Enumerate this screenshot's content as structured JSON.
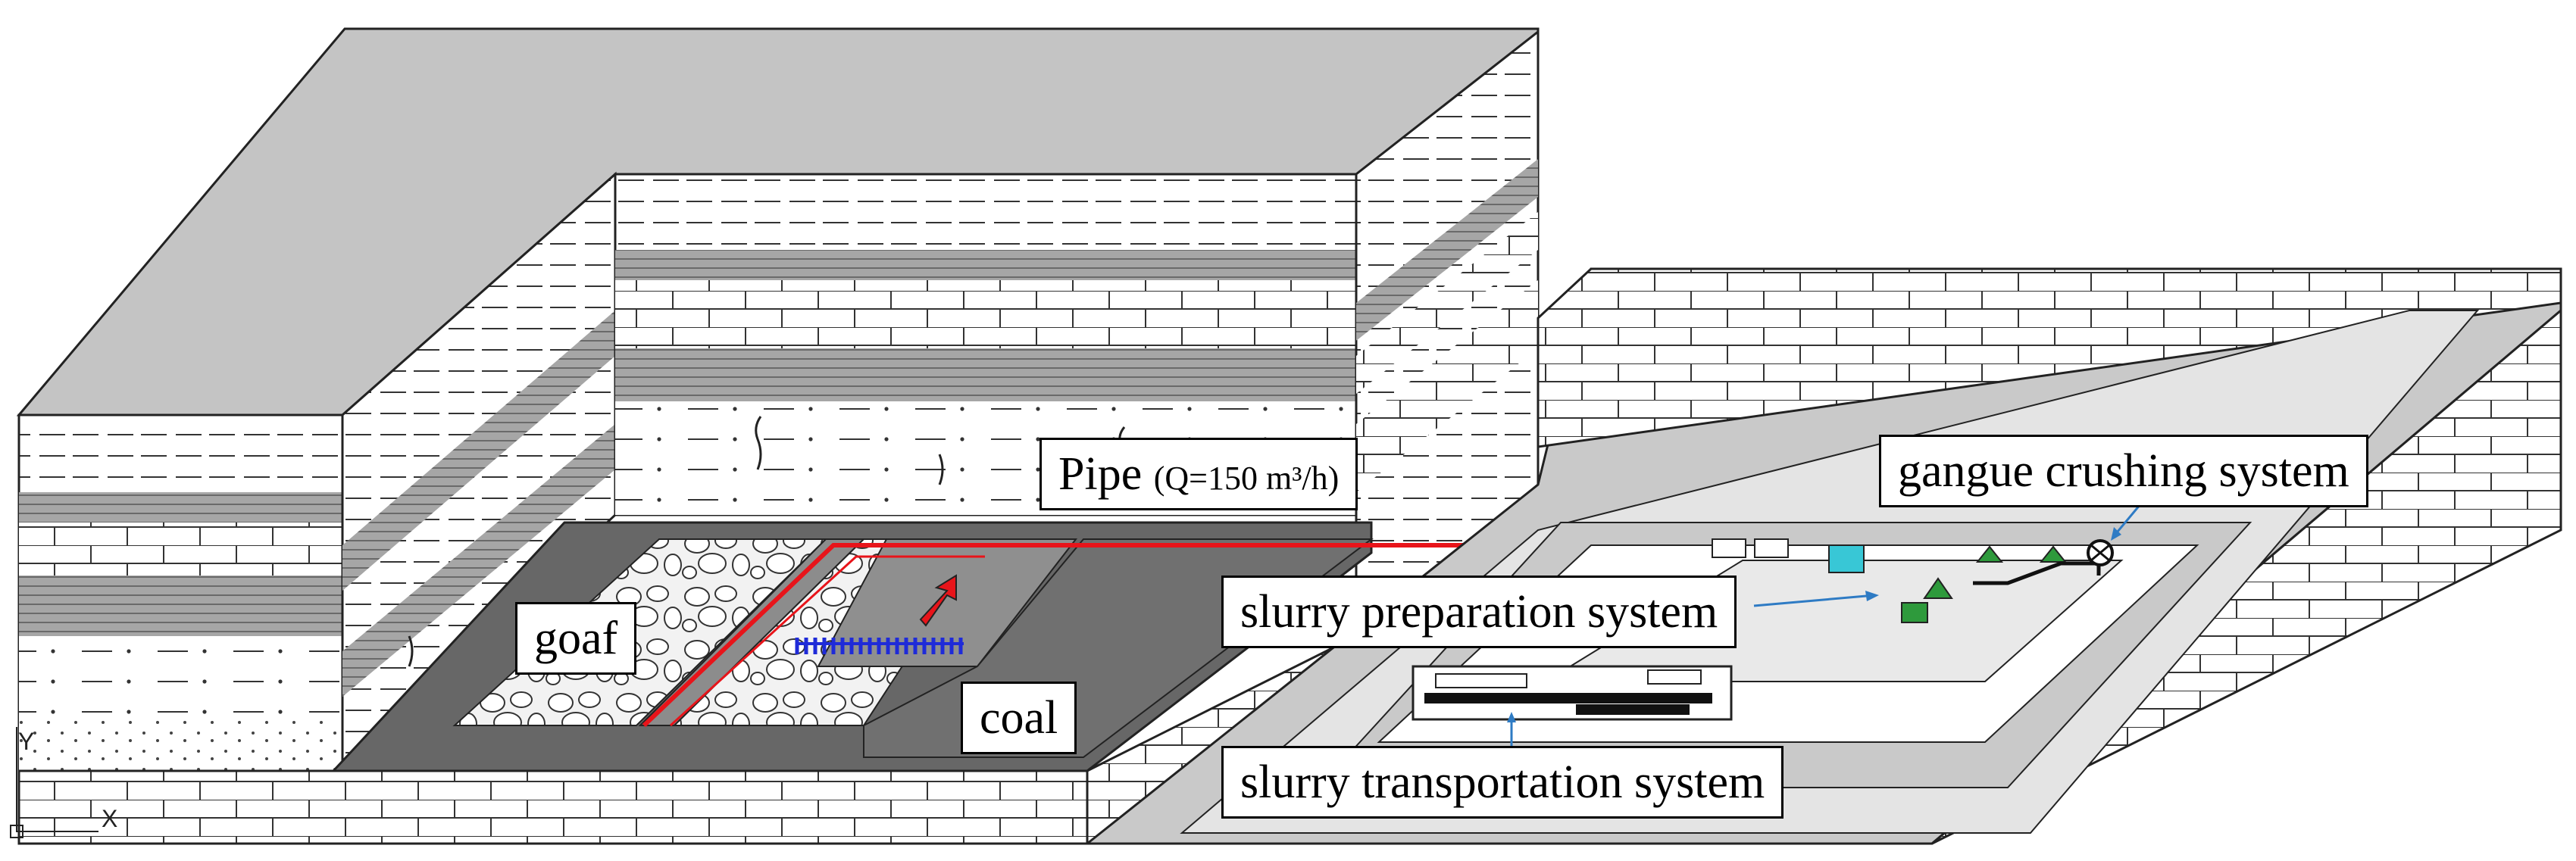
{
  "labels": {
    "pipe_main": "Pipe",
    "pipe_flow": "(Q=150 m³/h)",
    "goaf": "goaf",
    "coal": "coal",
    "gangue_crushing": "gangue crushing system",
    "slurry_preparation": "slurry preparation system",
    "slurry_transportation": "slurry transportation system",
    "axis_y": "Y",
    "axis_x": "X"
  },
  "colors": {
    "pipe": "#e8141a",
    "flow_arrow": "#e8141a",
    "support_marks": "#1f2bd8",
    "dark_ground": "#676767",
    "light_ground": "#c9c9c9",
    "tank": "#38c7d6",
    "hopper": "#2e9a3c"
  }
}
